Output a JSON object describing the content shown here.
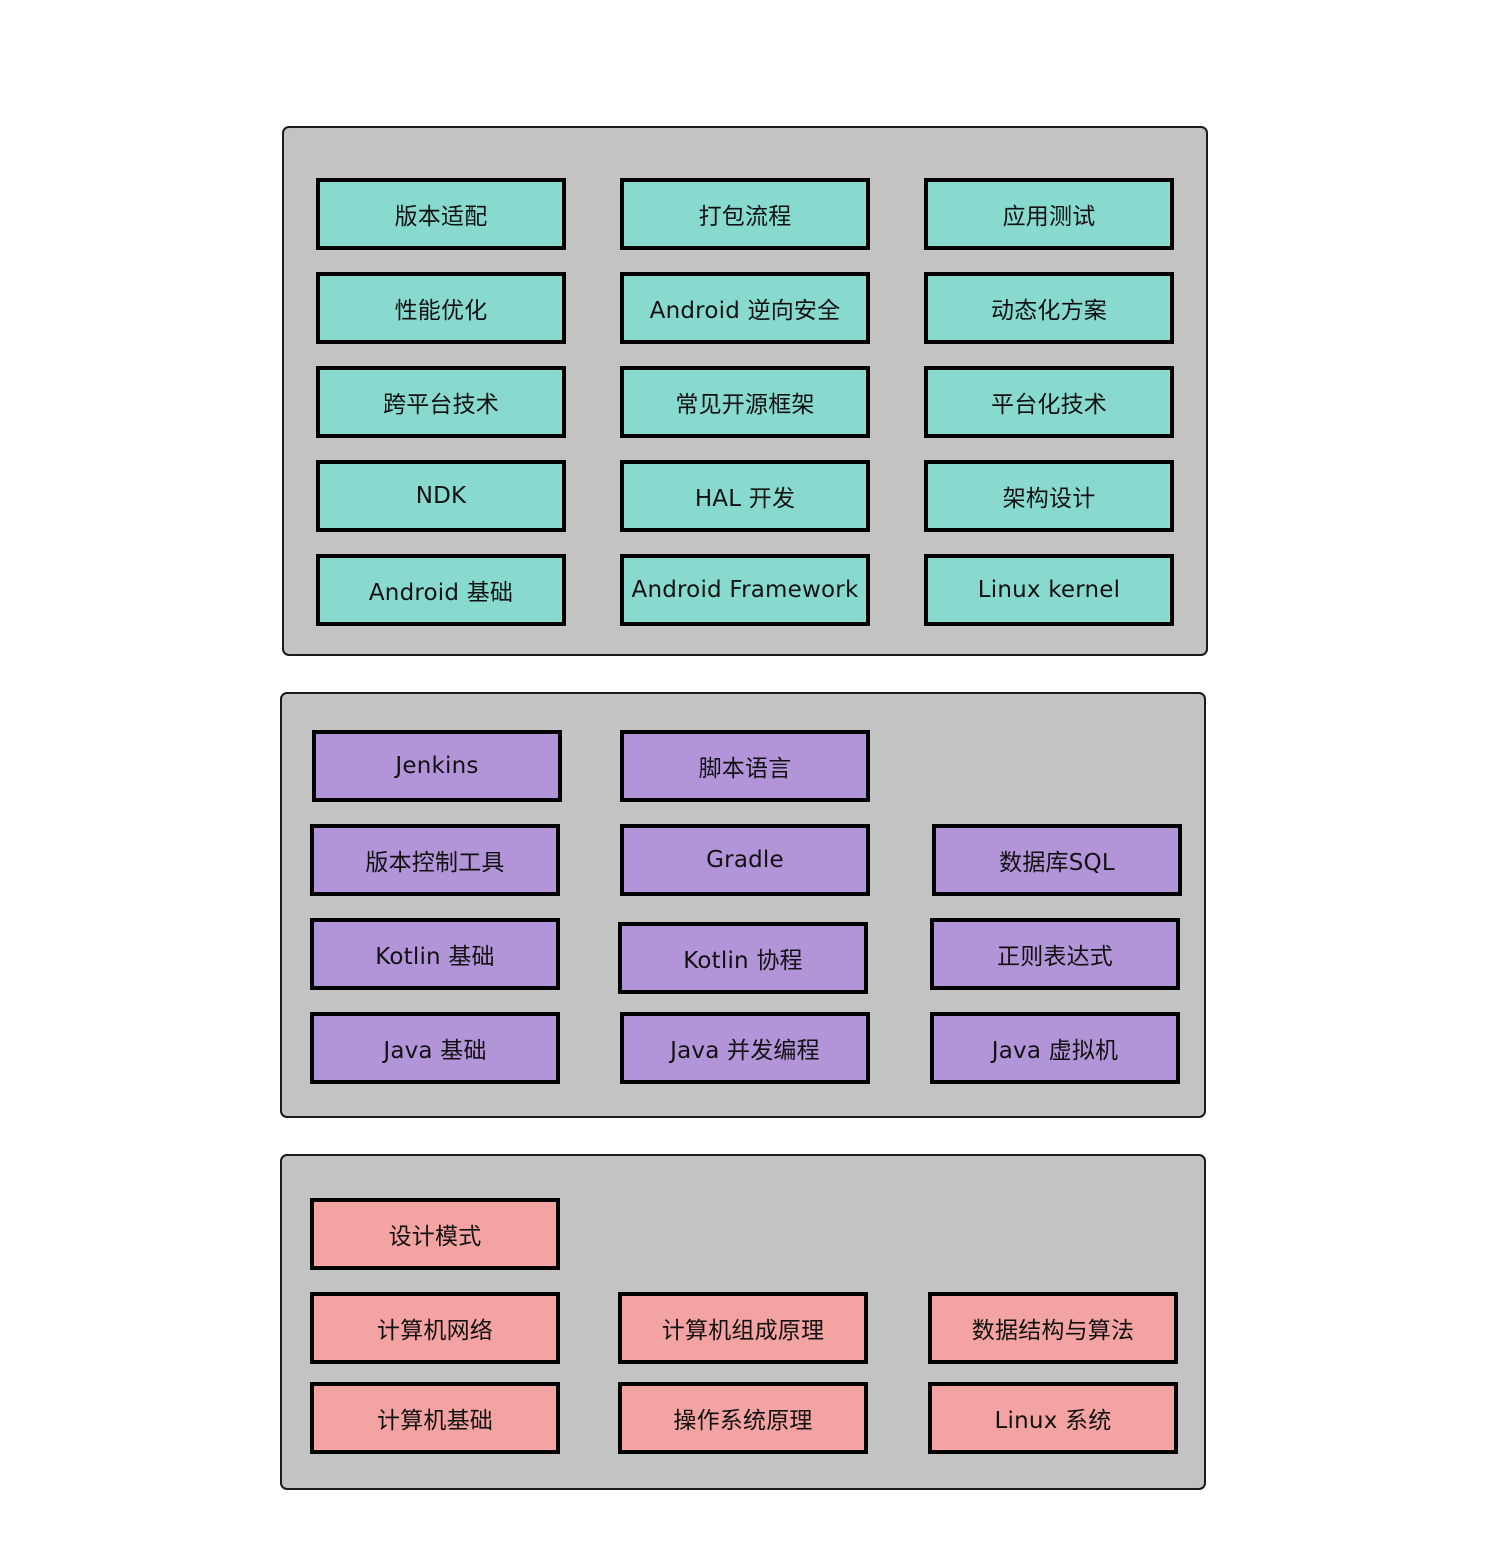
{
  "colors": {
    "background": "#ffffff",
    "layer_fill": "#c3c3c3",
    "layer_border": "#1a1a1a",
    "box_border": "#000000",
    "android_layer": "#87dacd",
    "language_tools_layer": "#b295d9",
    "cs_foundation_layer": "#f4a3a3"
  },
  "layers": [
    {
      "id": "android",
      "items": [
        [
          "版本适配",
          "打包流程",
          "应用测试"
        ],
        [
          "性能优化",
          "Android 逆向安全",
          "动态化方案"
        ],
        [
          "跨平台技术",
          "常见开源框架",
          "平台化技术"
        ],
        [
          "NDK",
          "HAL 开发",
          "架构设计"
        ],
        [
          "Android 基础",
          "Android Framework",
          "Linux kernel"
        ]
      ]
    },
    {
      "id": "language-tools",
      "items": [
        [
          "Jenkins",
          "脚本语言"
        ],
        [
          "版本控制工具",
          "Gradle",
          "数据库SQL"
        ],
        [
          "Kotlin 基础",
          "Kotlin 协程",
          "正则表达式"
        ],
        [
          "Java 基础",
          "Java 并发编程",
          "Java 虚拟机"
        ]
      ]
    },
    {
      "id": "cs-foundation",
      "items": [
        [
          "设计模式"
        ],
        [
          "计算机网络",
          "计算机组成原理",
          "数据结构与算法"
        ],
        [
          "计算机基础",
          "操作系统原理",
          "Linux 系统"
        ]
      ]
    }
  ]
}
